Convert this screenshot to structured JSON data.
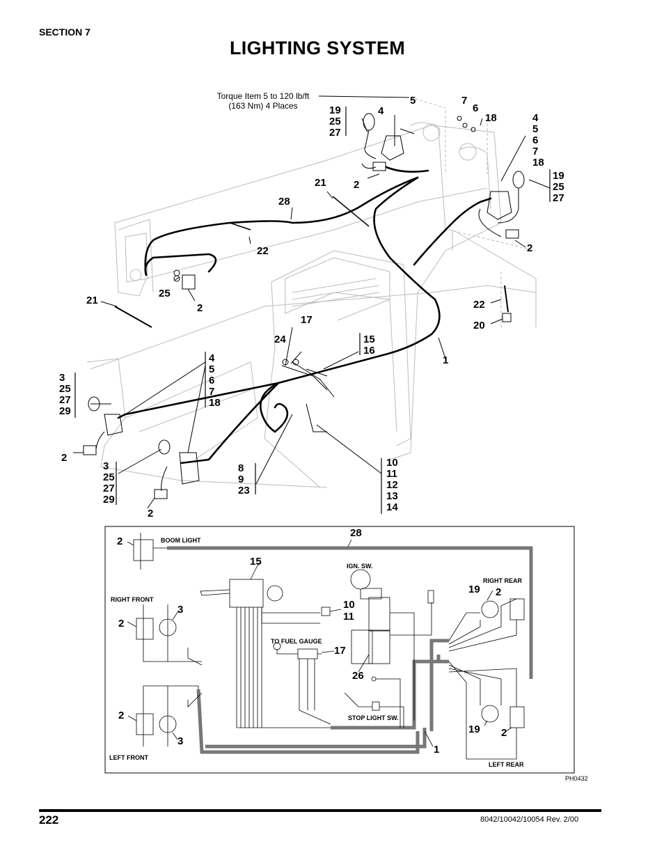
{
  "header": {
    "section": "SECTION 7",
    "title": "LIGHTING SYSTEM"
  },
  "torque_note": {
    "line1": "Torque Item 5 to 120 lb/ft",
    "line2": "(163 Nm) 4 Places"
  },
  "callouts": {
    "c5": "5",
    "c7": "7",
    "c6": "6",
    "c18": "18",
    "c4": "4",
    "c21a": "21",
    "c2a": "2",
    "c28": "28",
    "c22a": "22",
    "c25": "25",
    "c2b": "2",
    "c21b": "21",
    "c2c": "2",
    "c22b": "22",
    "c20": "20",
    "c17": "17",
    "c24": "24",
    "c1": "1",
    "c2d": "2",
    "c2e": "2"
  },
  "stacks": {
    "s_19_25_27_top": [
      "19",
      "25",
      "27"
    ],
    "s_right_4": [
      "4",
      "5",
      "6",
      "7",
      "18"
    ],
    "s_right_19": [
      "19",
      "25",
      "27"
    ],
    "s_15_16": [
      "15",
      "16"
    ],
    "s_left_3a": [
      "3",
      "25",
      "27",
      "29"
    ],
    "s_mid_4": [
      "4",
      "5",
      "6",
      "7",
      "18"
    ],
    "s_left_3b": [
      "3",
      "25",
      "27",
      "29"
    ],
    "s_8_9_23": [
      "8",
      "9",
      "23"
    ],
    "s_10_14": [
      "10",
      "11",
      "12",
      "13",
      "14"
    ]
  },
  "wiring": {
    "boom_light": "BOOM LIGHT",
    "ign_sw": "IGN. SW.",
    "right_rear": "RIGHT REAR",
    "right_front": "RIGHT FRONT",
    "to_fuel_gauge": "TO FUEL GAUGE",
    "stop_light_sw": "STOP LIGHT SW.",
    "left_front": "LEFT FRONT",
    "left_rear": "LEFT REAR",
    "nums": {
      "n28": "28",
      "n15": "15",
      "n2a": "2",
      "n2b": "2",
      "n3a": "3",
      "n10": "10",
      "n11": "11",
      "n17": "17",
      "n26": "26",
      "n19a": "19",
      "n2c": "2",
      "n2d": "2",
      "n3b": "3",
      "n1": "1",
      "n19b": "19",
      "n2e": "2"
    }
  },
  "footer": {
    "photo_id": "PH0432",
    "page": "222",
    "revision": "8042/10042/10054 Rev. 2/00"
  }
}
